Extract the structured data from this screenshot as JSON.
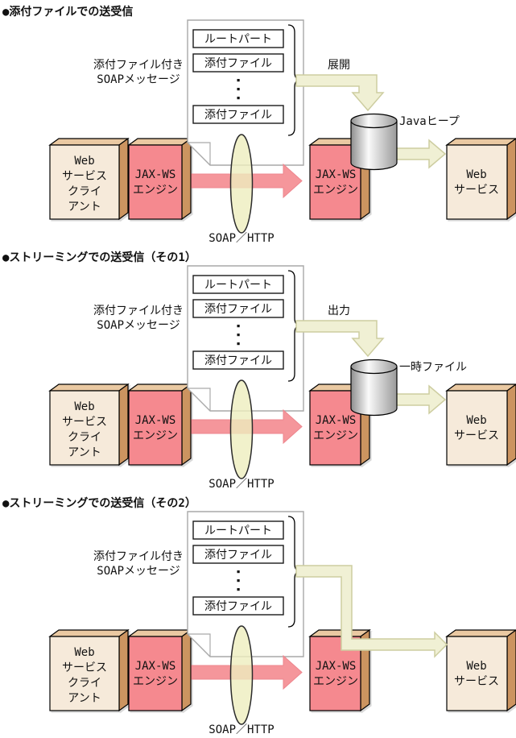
{
  "sections": [
    {
      "title": "●添付ファイルでの送受信",
      "flow_label": "展開",
      "storage_label": "Javaヒープ"
    },
    {
      "title": "●ストリーミングでの送受信（その1）",
      "flow_label": "出力",
      "storage_label": "一時ファイル"
    },
    {
      "title": "●ストリーミングでの送受信（その2）"
    }
  ],
  "common": {
    "message_label": [
      "添付ファイル付き",
      "SOAPメッセージ"
    ],
    "document_parts": {
      "root": "ルートパート",
      "attachment": "添付ファイル"
    },
    "transport_label": "SOAP／HTTP",
    "boxes": {
      "client": [
        "Web",
        "サービス",
        "クライ",
        "アント"
      ],
      "engine": [
        "JAX-WS",
        "エンジン"
      ],
      "service": [
        "Web",
        "サービス"
      ]
    }
  },
  "colors": {
    "box_face_cream": "#f6eada",
    "box_face_pink": "#f5898f",
    "box_top": "#eac9a2",
    "box_side": "#cc9460",
    "arrow_pink": "#f5969b",
    "arrow_pale_fill": "#f0f0d4",
    "arrow_pale_stroke": "#cdcda0",
    "ellipse_fill": "#ededbe",
    "document_outline": "#a9a9a9"
  }
}
